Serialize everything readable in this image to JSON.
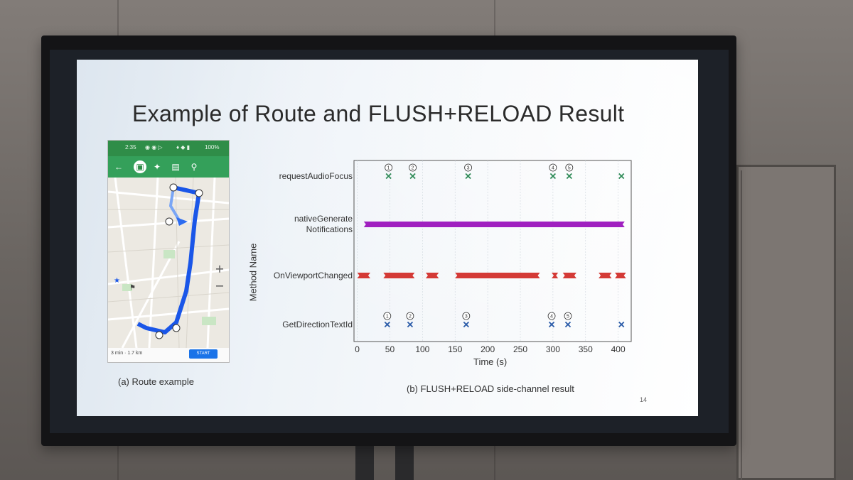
{
  "slide": {
    "title": "Example of Route and FLUSH+RELOAD Result",
    "caption_a": "(a) Route example",
    "caption_b": "(b)  FLUSH+RELOAD side-channel result",
    "page_number": "14"
  },
  "phone": {
    "status_time": "2:35",
    "status_right": "100%",
    "eta": "3 min · 1.7 km",
    "start_label": "START",
    "nav_icons": [
      "back-arrow-icon",
      "car-icon",
      "walk-icon",
      "transit-icon",
      "bike-icon"
    ],
    "accent": "#2f8d48",
    "route_color": "#1a56e8"
  },
  "chart_data": {
    "type": "timeline",
    "xlabel": "Time (s)",
    "ylabel": "Method Name",
    "xticks": [
      0,
      50,
      100,
      150,
      200,
      250,
      300,
      350,
      400
    ],
    "xlim": [
      -5,
      420
    ],
    "rows": [
      {
        "name": "requestAudioFocus",
        "label_lines": [
          "requestAudioFocus"
        ],
        "marker": "x",
        "color": "#2e8b57",
        "events": [
          48,
          85,
          170,
          300,
          325,
          405
        ],
        "annotations": [
          {
            "x": 48,
            "text": "1"
          },
          {
            "x": 85,
            "text": "2"
          },
          {
            "x": 170,
            "text": "3"
          },
          {
            "x": 300,
            "text": "4"
          },
          {
            "x": 325,
            "text": "5"
          }
        ]
      },
      {
        "name": "nativeGenerateNotifications",
        "label_lines": [
          "nativeGenerate",
          "Notifications"
        ],
        "marker": "bar",
        "color": "#a020c0",
        "intervals": [
          [
            10,
            410
          ]
        ]
      },
      {
        "name": "OnViewportChanged",
        "label_lines": [
          "OnViewportChanged"
        ],
        "marker": "bar",
        "color": "#d43a36",
        "intervals": [
          [
            0,
            20
          ],
          [
            40,
            88
          ],
          [
            105,
            125
          ],
          [
            150,
            280
          ],
          [
            298,
            308
          ],
          [
            315,
            336
          ],
          [
            370,
            390
          ],
          [
            395,
            412
          ]
        ]
      },
      {
        "name": "GetDirectionTextId",
        "label_lines": [
          "GetDirectionTextId"
        ],
        "marker": "x",
        "color": "#2a5ba8",
        "events": [
          46,
          81,
          167,
          298,
          323,
          405
        ],
        "annotations": [
          {
            "x": 46,
            "text": "1"
          },
          {
            "x": 81,
            "text": "2"
          },
          {
            "x": 167,
            "text": "3"
          },
          {
            "x": 298,
            "text": "4"
          },
          {
            "x": 323,
            "text": "5"
          }
        ]
      }
    ]
  }
}
